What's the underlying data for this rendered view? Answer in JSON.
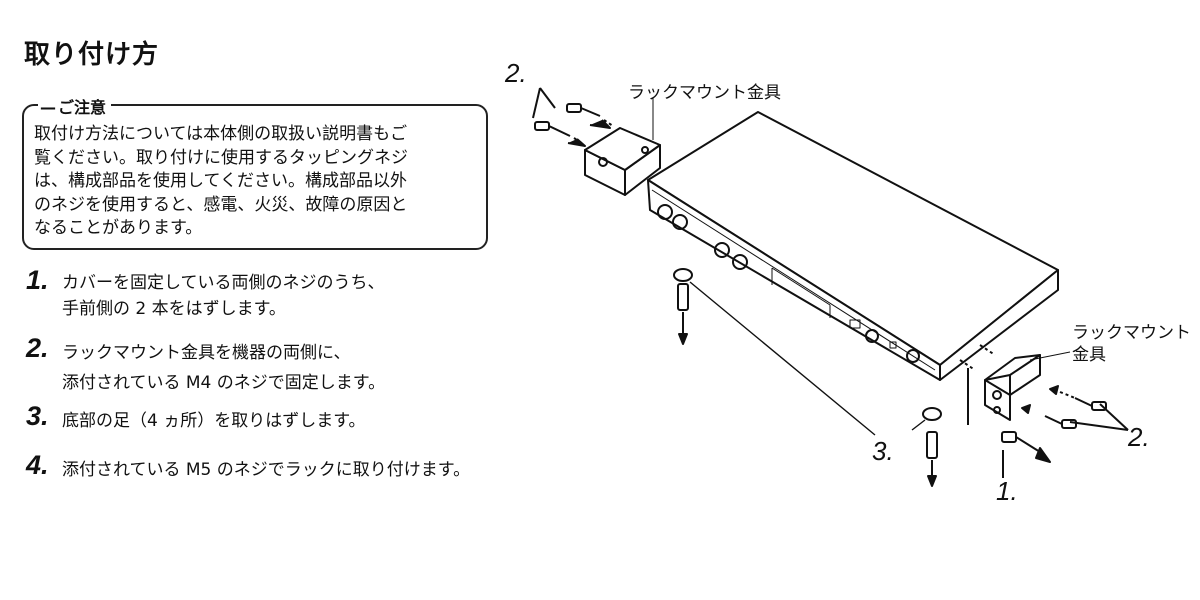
{
  "title": "取り付け方",
  "notice": {
    "label": "ご注意",
    "lines": [
      "取付け方法については本体側の取扱い説明書もご",
      "覧ください。取り付けに使用するタッピングネジ",
      "は、構成部品を使用してください。構成部品以外",
      "のネジを使用すると、感電、火災、故障の原因と",
      "なることがあります。"
    ]
  },
  "steps": [
    {
      "num": "1.",
      "lines": [
        "カバーを固定している両側のネジのうち、",
        "手前側の 2 本をはずします。"
      ]
    },
    {
      "num": "2.",
      "lines": [
        "ラックマウント金具を機器の両側に、",
        "添付されている M4 のネジで固定します。"
      ]
    },
    {
      "num": "3.",
      "lines": [
        "底部の足（4 ヵ所）を取りはずします。"
      ]
    },
    {
      "num": "4.",
      "lines": [
        "添付されている M5 のネジでラックに取り付けます。"
      ]
    }
  ],
  "diagram": {
    "label_bracket_left": "ラックマウント金具",
    "label_bracket_right_1": "ラックマウント",
    "label_bracket_right_2": "金具",
    "callout_2_left": "2.",
    "callout_2_right": "2.",
    "callout_3": "3.",
    "callout_1": "1."
  }
}
